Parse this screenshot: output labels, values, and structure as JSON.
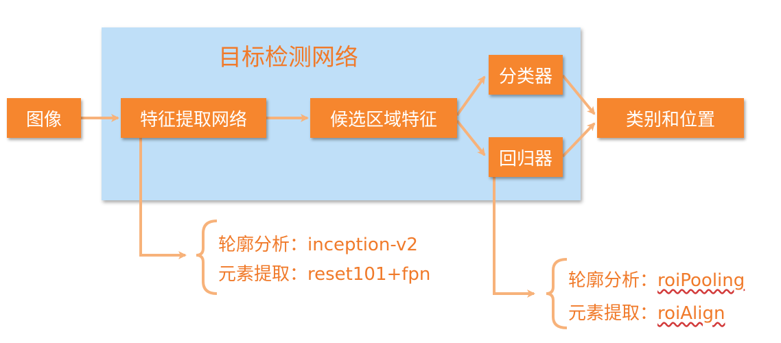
{
  "panel": {
    "title": "目标检测网络"
  },
  "nodes": {
    "image": "图像",
    "feature": "特征提取网络",
    "proposal": "候选区域特征",
    "classifier": "分类器",
    "regressor": "回归器",
    "output": "类别和位置"
  },
  "annotations": {
    "feature": {
      "line1_label": "轮廓分析：",
      "line1_value": "inception-v2",
      "line2_label": "元素提取：",
      "line2_value": "reset101+fpn"
    },
    "regressor": {
      "line1_label": "轮廓分析：",
      "line1_value": "roiPooling",
      "line2_label": "元素提取：",
      "line2_value": "roiAlign"
    }
  },
  "colors": {
    "node_fill": "#f6862e",
    "arrow": "#f7b27a",
    "panel": "#bfdff8",
    "title": "#f07a2a"
  }
}
